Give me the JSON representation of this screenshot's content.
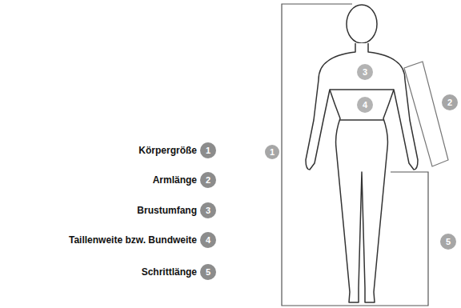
{
  "diagram": {
    "nodes": [
      {
        "text": [
          "1"
        ]
      },
      {
        "text": [
          "2"
        ]
      },
      {
        "text": [
          "3"
        ]
      },
      {
        "text": [
          "4"
        ]
      },
      {
        "text": [
          "5"
        ]
      },
      {
        "text": [
          "3"
        ]
      },
      {
        "text": [
          "2"
        ]
      },
      {
        "text": [
          "4"
        ]
      },
      {
        "text": [
          "1"
        ]
      },
      {
        "text": [
          "5"
        ]
      }
    ],
    "labels": [
      "Körpergröße",
      "Armlänge",
      "Brustumfang",
      "Taillenweite bzw. Bundweite",
      "Schrittlänge"
    ]
  }
}
